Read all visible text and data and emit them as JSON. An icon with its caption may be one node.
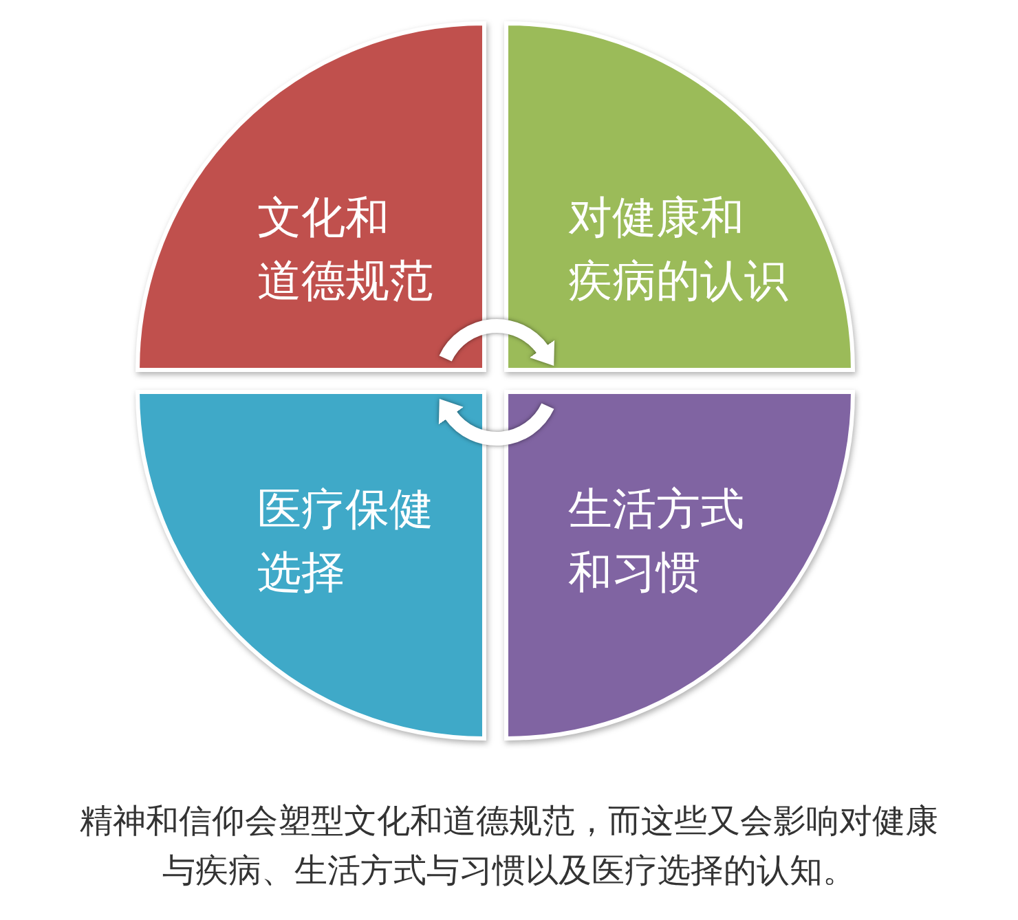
{
  "diagram": {
    "caption": "精神和信仰会塑型文化和道德规范，而这些又会影响对健康与疾病、生活方式与习惯以及医疗选择的认知。",
    "nodes": [
      {
        "text": [
          "文化和道德规范"
        ]
      },
      {
        "text": [
          "对健康和疾病的认识"
        ]
      },
      {
        "text": [
          "医疗保健选择"
        ]
      },
      {
        "text": [
          "生活方式和习惯"
        ]
      }
    ],
    "edges": [
      {
        "from": 0,
        "to": 1,
        "arrow": "to"
      },
      {
        "from": 3,
        "to": 2,
        "arrow": "to"
      }
    ]
  }
}
